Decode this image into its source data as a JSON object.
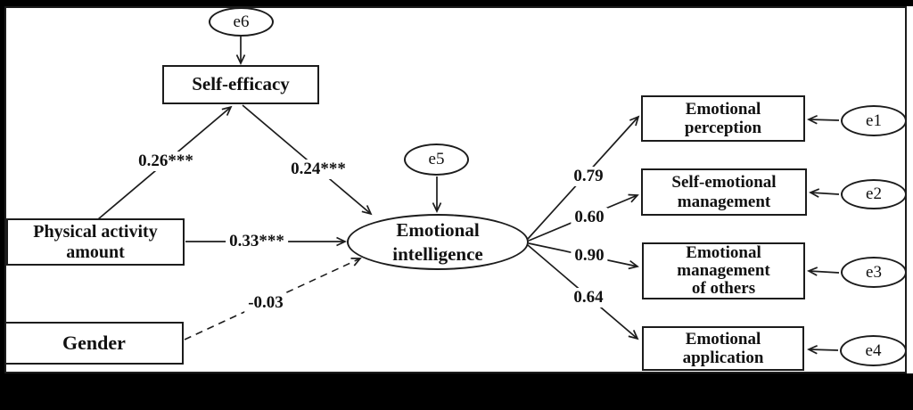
{
  "figure": {
    "colors": {
      "background": "#000000",
      "panel": "#ffffff",
      "stroke": "#1c1c1c",
      "text": "#111111"
    },
    "nodes": {
      "e1": {
        "label": "e1"
      },
      "e2": {
        "label": "e2"
      },
      "e3": {
        "label": "e3"
      },
      "e4": {
        "label": "e4"
      },
      "e5": {
        "label": "e5"
      },
      "e6": {
        "label": "e6"
      },
      "self_efficacy": {
        "lines": [
          "Self-efficacy"
        ]
      },
      "physical_activity_amount": {
        "lines": [
          "Physical activity",
          "amount"
        ]
      },
      "gender": {
        "lines": [
          "Gender"
        ]
      },
      "emotional_intelligence": {
        "lines": [
          "Emotional",
          "intelligence"
        ]
      },
      "emotional_perception": {
        "lines": [
          "Emotional",
          "perception"
        ]
      },
      "self_emotional_management": {
        "lines": [
          "Self-emotional",
          "management"
        ]
      },
      "emotional_management_of_others": {
        "lines": [
          "Emotional",
          "management",
          "of others"
        ]
      },
      "emotional_application": {
        "lines": [
          "Emotional",
          "application"
        ]
      }
    },
    "path_coefficients": {
      "physical_activity_to_self_efficacy": "0.26***",
      "self_efficacy_to_emotional_intelligence": "0.24***",
      "physical_activity_to_emotional_intelligence": "0.33***",
      "gender_to_emotional_intelligence": "-0.03",
      "ei_to_emotional_perception": "0.79",
      "ei_to_self_emotional_management": "0.60",
      "ei_to_emotional_management_of_others": "0.90",
      "ei_to_emotional_application": "0.64"
    }
  }
}
